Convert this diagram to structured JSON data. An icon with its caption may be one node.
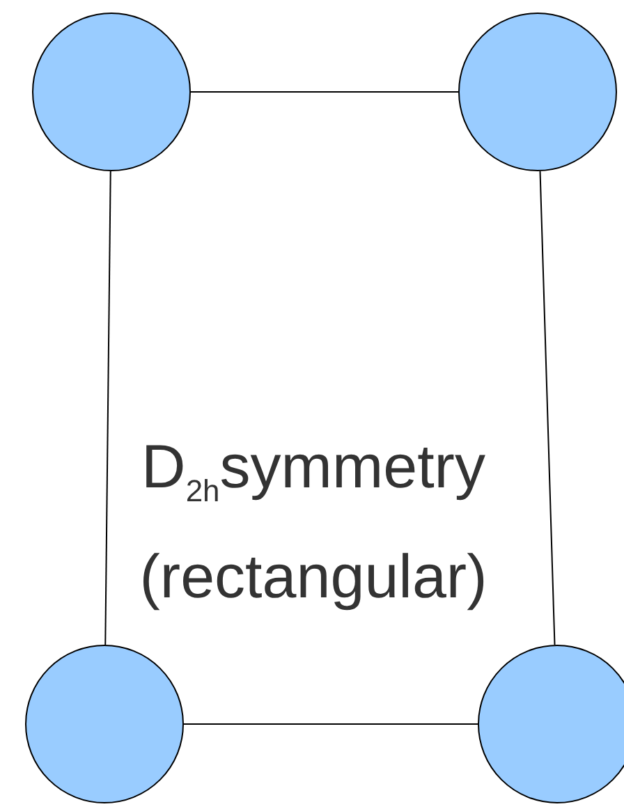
{
  "diagram": {
    "nodes": [
      {
        "text": [],
        "shape": "circle"
      },
      {
        "text": [],
        "shape": "circle"
      },
      {
        "text": [],
        "shape": "circle"
      },
      {
        "text": [],
        "shape": "circle"
      }
    ],
    "edges": [
      {
        "from": 0,
        "to": 1,
        "arrow": "none"
      },
      {
        "from": 0,
        "to": 2,
        "arrow": "none"
      },
      {
        "from": 1,
        "to": 3,
        "arrow": "none"
      },
      {
        "from": 2,
        "to": 3,
        "arrow": "none"
      }
    ],
    "labels": [
      "D$_{2h}$symmetry (rectangular)"
    ]
  }
}
